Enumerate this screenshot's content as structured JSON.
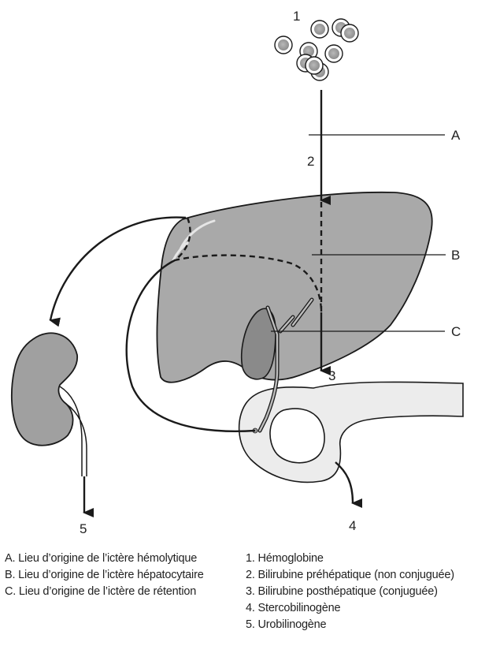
{
  "diagram": {
    "markers": {
      "num_1": "1",
      "num_2": "2",
      "num_3": "3",
      "num_4": "4",
      "num_5": "5",
      "letter_a": "A",
      "letter_b": "B",
      "letter_c": "C"
    },
    "colors": {
      "organ_fill": "#a9a9a9",
      "gallbladder_fill": "#8a8a8a",
      "intestine_fill": "#ececec",
      "cell_fill": "#9c9c9c",
      "line": "#1a1a1a"
    }
  },
  "legend_left": [
    "A. Lieu d’origine de l’ictère hémolytique",
    "B. Lieu d’origine de l’ictère hépatocytaire",
    "C. Lieu d’origine de l’ictère de rétention"
  ],
  "legend_right": [
    "1. Hémoglobine",
    "2. Bilirubine préhépatique (non conjuguée)",
    "3. Bilirubine posthépatique (conjuguée)",
    "4. Stercobilinogène",
    "5. Urobilinogène"
  ]
}
